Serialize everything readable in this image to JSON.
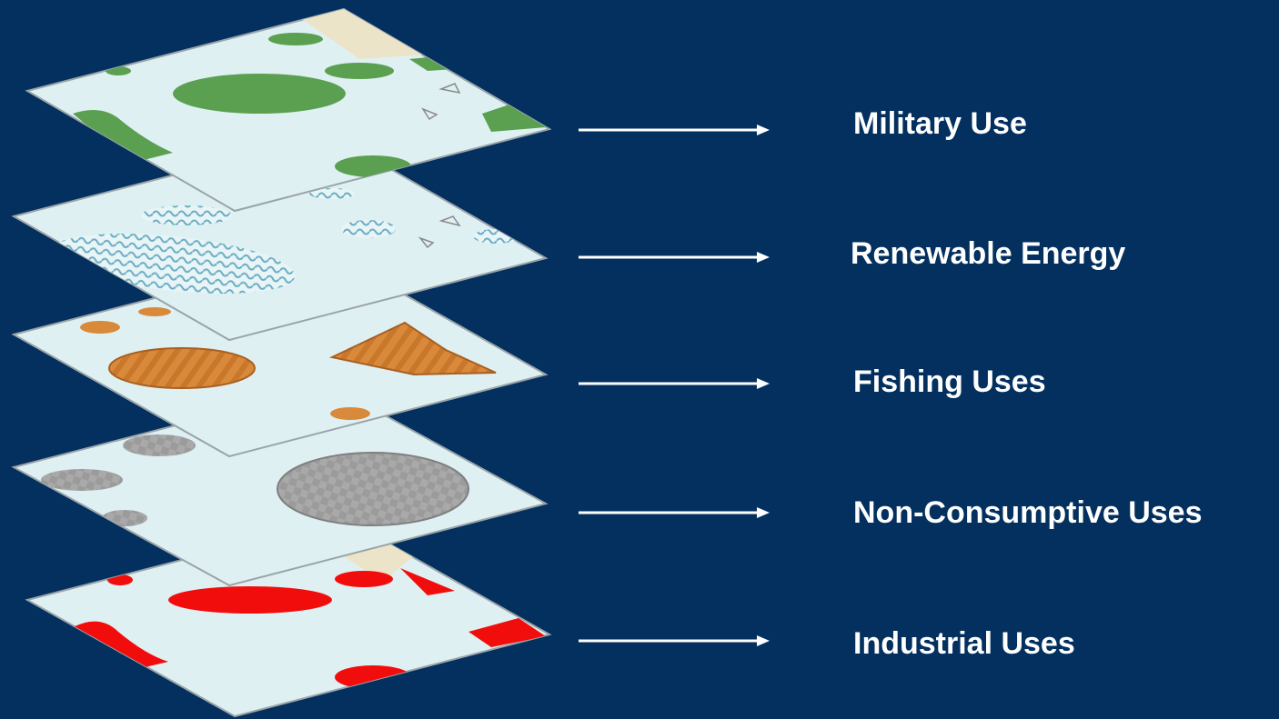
{
  "layers": [
    {
      "label": "Military Use",
      "fill": "#5aa050",
      "pattern": "solid"
    },
    {
      "label": "Renewable Energy",
      "fill": "#8fc2d4",
      "pattern": "waves"
    },
    {
      "label": "Fishing Uses",
      "fill": "#d9893a",
      "pattern": "stripes"
    },
    {
      "label": "Non-Consumptive Uses",
      "fill": "#a9a9a9",
      "pattern": "checker"
    },
    {
      "label": "Industrial Uses",
      "fill": "#f20d0d",
      "pattern": "solid"
    }
  ],
  "colors": {
    "background": "#03305f",
    "sea": "#dff0f3",
    "land": "#ece4c8",
    "arrow": "#ffffff"
  }
}
